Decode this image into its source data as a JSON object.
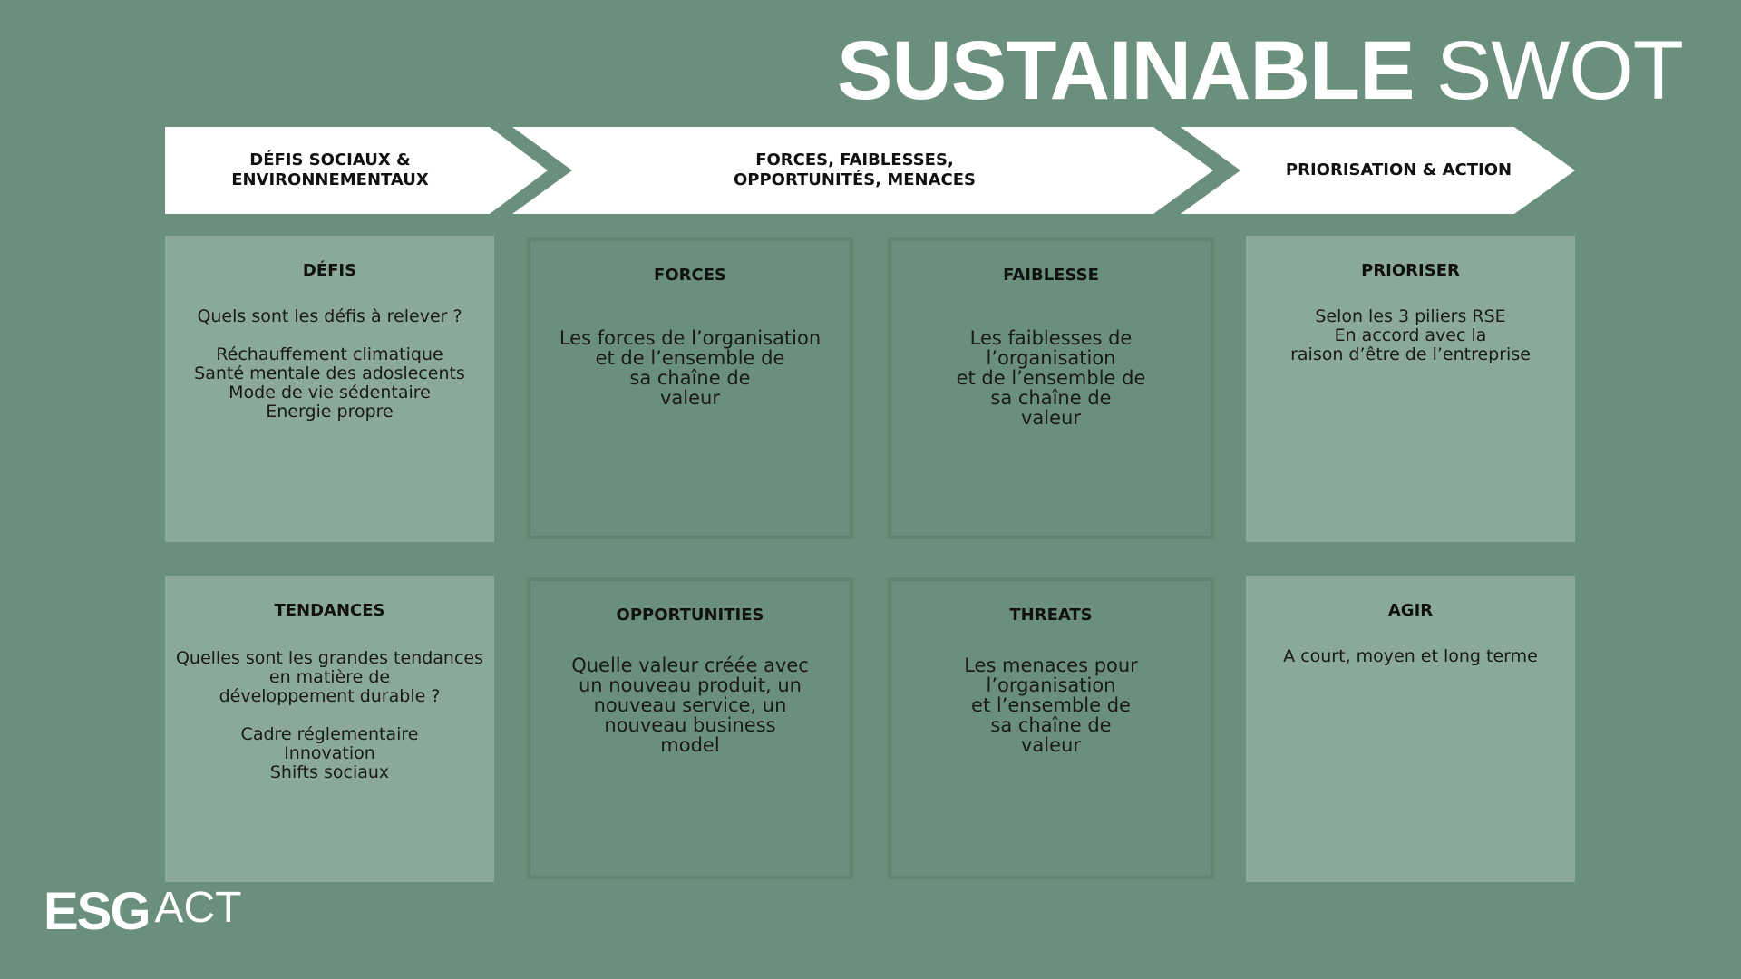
{
  "title": {
    "bold": "SUSTAINABLE",
    "light": "SWOT"
  },
  "stages": [
    {
      "label": "DÉFIS SOCIAUX &\nENVIRONNEMENTAUX"
    },
    {
      "label": "FORCES, FAIBLESSES,\nOPPORTUNITÉS, MENACES"
    },
    {
      "label": "PRIORISATION & ACTION"
    }
  ],
  "boxes": {
    "defis": {
      "title": "DÉFIS",
      "text": "Quels sont les défis à relever ?\n\nRéchauffement climatique\nSanté mentale des adoslecents\nMode de vie sédentaire\nEnergie propre"
    },
    "forces": {
      "title": "FORCES",
      "text": "Les forces de l’organisation\net de l’ensemble de\nsa chaîne de\nvaleur"
    },
    "faiblesse": {
      "title": "FAIBLESSE",
      "text": "Les faiblesses de\nl’organisation\net de l’ensemble de\nsa chaîne de\nvaleur"
    },
    "prioriser": {
      "title": "PRIORISER",
      "text": "Selon les 3 piliers RSE\nEn accord avec la\nraison d’être de l’entreprise"
    },
    "tendances": {
      "title": "TENDANCES",
      "text": "Quelles sont les grandes tendances\nen matière de\ndéveloppement durable ?\n\nCadre réglementaire\nInnovation\nShifts sociaux"
    },
    "opportunities": {
      "title": "OPPORTUNITIES",
      "text": "Quelle valeur créée avec\nun nouveau produit, un\nnouveau service, un\nnouveau business\nmodel"
    },
    "threats": {
      "title": "THREATS",
      "text": "Les menaces pour\nl’organisation\net l’ensemble de\nsa chaîne de\nvaleur"
    },
    "agir": {
      "title": "AGIR",
      "text": "A court, moyen et long terme"
    }
  },
  "logo": {
    "esg": "ESG",
    "act": "ACT"
  },
  "colors": {
    "background": "#6a8f7c",
    "light_box": "#8ba998",
    "arrow": "#ffffff"
  }
}
